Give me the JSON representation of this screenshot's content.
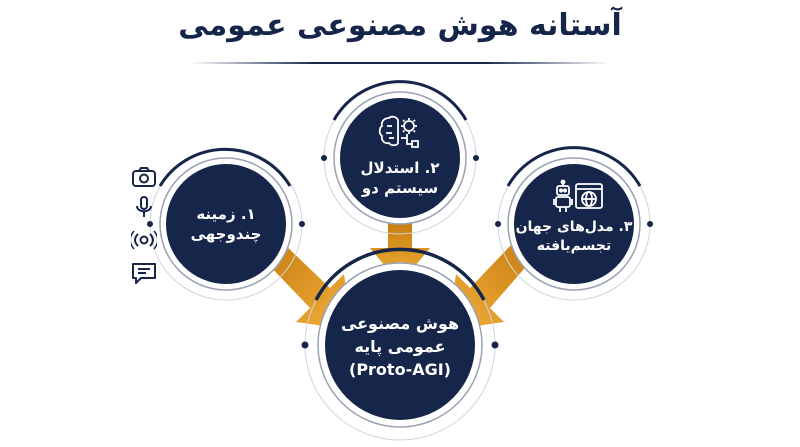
{
  "title": "آستانه هوش مصنوعی عمومی",
  "colors": {
    "navy": "#16254a",
    "gold": "#e9a22a",
    "ring": "#9aa3b3"
  },
  "nodes": {
    "left": {
      "line1": "۱. زمینه",
      "line2": "چندوجهی"
    },
    "top": {
      "line1": "۲. استدلال",
      "line2": "سیستم دو"
    },
    "right": {
      "line1": "۳. مدل‌های جهان",
      "line2": "تجسم‌یافته"
    },
    "center": {
      "line1": "هوش مصنوعی",
      "line2": "عمومی پایه",
      "line3": "(Proto-AGI)"
    }
  },
  "icons": {
    "modalities": [
      "camera-icon",
      "microphone-icon",
      "speaker-signal-icon",
      "text-message-icon"
    ],
    "reasoning": "brain-gear-icon",
    "world_models": [
      "robot-icon",
      "globe-window-icon"
    ]
  }
}
